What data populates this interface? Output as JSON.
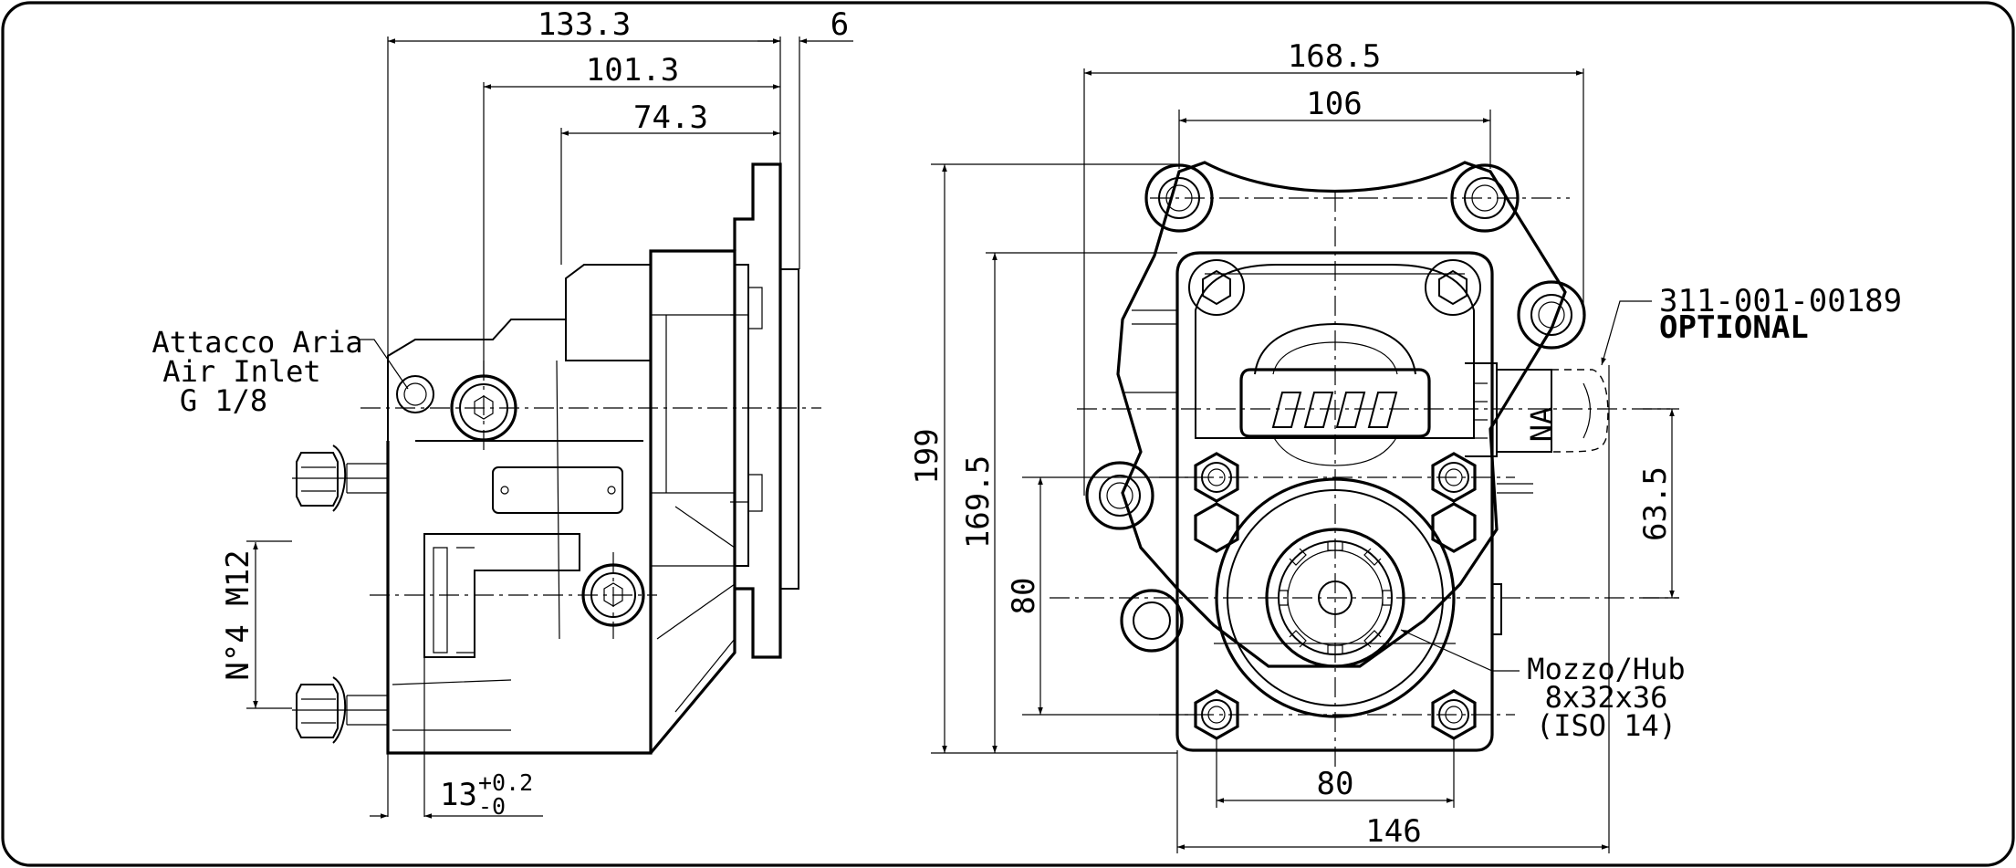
{
  "left_view": {
    "dimensions": {
      "overall_length": "133.3",
      "flange_thickness": "6",
      "inlet_to_flange": "101.3",
      "body_to_flange": "74.3",
      "stud_pitch_prefix": "13",
      "stud_pitch_tol_upper": "+0.2",
      "stud_pitch_tol_lower": "-0"
    },
    "air_inlet_label": [
      "Attacco Aria",
      "Air Inlet",
      "G 1/8"
    ],
    "studs_label": "N°4 M12"
  },
  "right_view": {
    "dimensions": {
      "overall_width": "168.5",
      "upper_bolt_spacing": "106",
      "overall_height": "199",
      "body_height": "169.5",
      "vertical_bolt_spacing": "80",
      "lower_bolt_spacing": "80",
      "base_width": "146",
      "hub_offset": "63.5"
    },
    "part_number": "311-001-00189",
    "optional_label": "OPTIONAL",
    "na_label": "NA",
    "hub_label": [
      "Mozzo/Hub",
      "8x32x36",
      "(ISO 14)"
    ]
  }
}
